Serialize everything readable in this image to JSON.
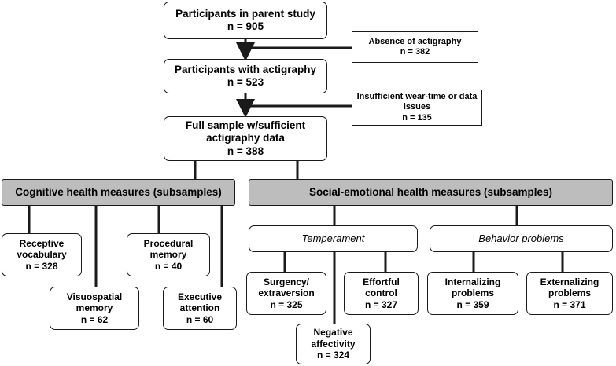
{
  "nodes": {
    "parent_study": {
      "lines": [
        "Participants in parent study",
        "n = 905"
      ]
    },
    "absence": {
      "lines": [
        "Absence of actigraphy",
        "n = 382"
      ]
    },
    "with_actigraphy": {
      "lines": [
        "Participants with actigraphy",
        "n = 523"
      ]
    },
    "insufficient": {
      "lines": [
        "Insufficient wear-time or data",
        "issues",
        "n = 135"
      ]
    },
    "full_sample": {
      "lines": [
        "Full sample w/sufficient",
        "actigraphy data",
        "n = 388"
      ]
    },
    "cognitive": {
      "lines": [
        "Cognitive health measures (subsamples)"
      ]
    },
    "social_emotional": {
      "lines": [
        "Social-emotional health measures (subsamples)"
      ]
    },
    "receptive_vocab": {
      "lines": [
        "Receptive",
        "vocabulary",
        "n = 328"
      ]
    },
    "procedural_memory": {
      "lines": [
        "Procedural",
        "memory",
        "n = 40"
      ]
    },
    "visuospatial_memory": {
      "lines": [
        "Visuospatial",
        "memory",
        "n = 62"
      ]
    },
    "executive_attention": {
      "lines": [
        "Executive",
        "attention",
        "n = 60"
      ]
    },
    "temperament": {
      "lines": [
        "Temperament"
      ]
    },
    "behavior_problems": {
      "lines": [
        "Behavior problems"
      ]
    },
    "surgency": {
      "lines": [
        "Surgency/",
        "extraversion",
        "n = 325"
      ]
    },
    "effortful_control": {
      "lines": [
        "Effortful",
        "control",
        "n = 327"
      ]
    },
    "negative_affectivity": {
      "lines": [
        "Negative",
        "affectivity",
        "n = 324"
      ]
    },
    "internalizing": {
      "lines": [
        "Internalizing",
        "problems",
        "n = 359"
      ]
    },
    "externalizing": {
      "lines": [
        "Externalizing",
        "problems",
        "n = 371"
      ]
    }
  },
  "colors": {
    "line": "#1a1a1a",
    "header_fill": "#bdbdbd",
    "box_fill": "#ffffff"
  }
}
